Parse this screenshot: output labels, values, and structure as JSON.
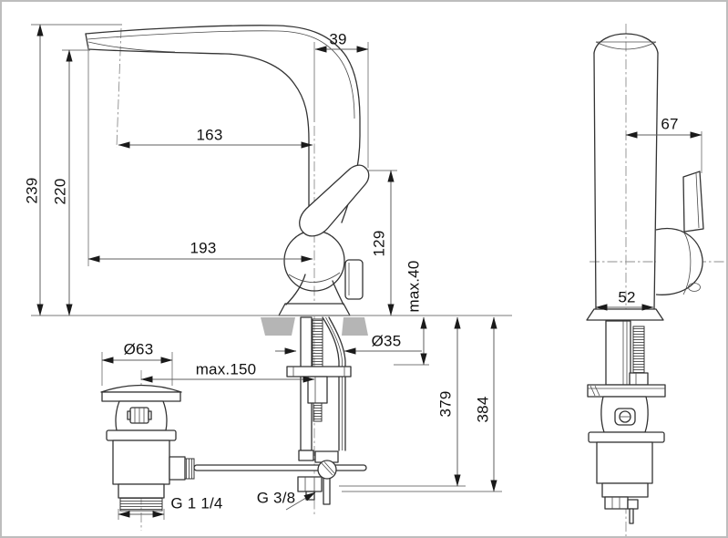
{
  "drawing": {
    "type": "faucet-dimension-drawing",
    "labels": {
      "d239": "239",
      "d220": "220",
      "d163": "163",
      "d39": "39",
      "d193": "193",
      "d129": "129",
      "max40": "max.40",
      "dia35": "Ø35",
      "dia63": "Ø63",
      "max150": "max.150",
      "d379": "379",
      "d384": "384",
      "g114": "G 1 1/4",
      "g38": "G 3/8",
      "d67": "67",
      "d52": "52"
    },
    "colors": {
      "background": "#ffffff",
      "object_line": "#333333",
      "dimension_line": "#5f5f5f",
      "centerline": "#8f8f8f",
      "deck_section": "#b5b5b5",
      "text": "#111111",
      "border": "#bdbdbd"
    }
  }
}
